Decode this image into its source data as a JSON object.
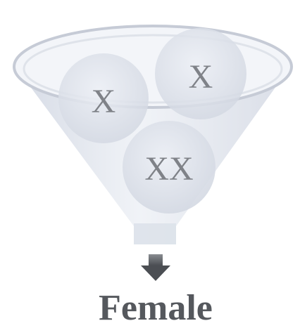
{
  "funnel": {
    "balls": [
      {
        "label": "X"
      },
      {
        "label": "X"
      },
      {
        "label": "XX"
      }
    ]
  },
  "result": {
    "label": "Female"
  },
  "colors": {
    "funnel_fill": "#e3e7ef",
    "funnel_rim": "#c6cbd6",
    "ball_fill": "#d9dde6",
    "label_text": "#7f8288",
    "arrow": "#55585d",
    "result_text": "#55585d"
  },
  "icons": {
    "arrow": "down-arrow-icon"
  }
}
